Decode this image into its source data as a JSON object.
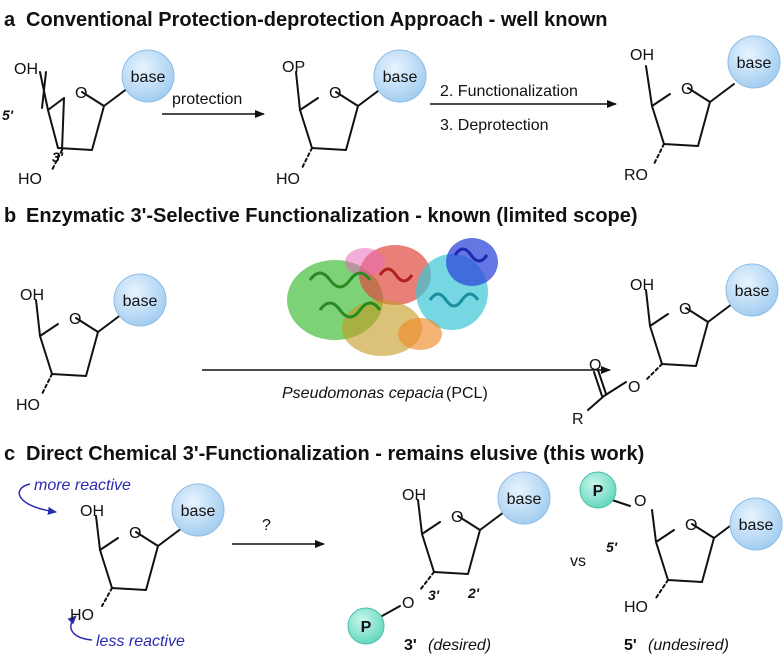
{
  "sections": {
    "a": {
      "label": "a",
      "title": "Conventional Protection-deprotection Approach - well known",
      "step1": "protection",
      "step2": "2. Functionalization",
      "step3": "3. Deprotection",
      "mol1": {
        "top": "OH",
        "bottom": "HO",
        "pos5": "5'",
        "pos3": "3'",
        "base": "base"
      },
      "mol2": {
        "top": "OP",
        "bottom": "HO",
        "base": "base"
      },
      "mol3": {
        "top": "OH",
        "bottom": "RO",
        "base": "base"
      }
    },
    "b": {
      "label": "b",
      "title": "Enzymatic 3'-Selective Functionalization - known (limited scope)",
      "enzyme_species": "Pseudomonas cepacia",
      "enzyme_abbrev": "(PCL)",
      "mol1": {
        "top": "OH",
        "bottom": "HO",
        "base": "base"
      },
      "mol2": {
        "top": "OH",
        "o": "O",
        "ester_o": "O",
        "r": "R",
        "base": "base"
      }
    },
    "c": {
      "label": "c",
      "title": "Direct Chemical 3'-Functionalization - remains elusive (this work)",
      "more_reactive": "more reactive",
      "less_reactive": "less reactive",
      "question": "?",
      "vs": "vs",
      "mol1": {
        "top": "OH",
        "bottom": "HO",
        "base": "base"
      },
      "mol2": {
        "top": "OH",
        "p": "P",
        "o": "O",
        "pos3": "3'",
        "pos2": "2'",
        "base": "base",
        "caption_num": "3'",
        "caption_text": "(desired)"
      },
      "mol3": {
        "p": "P",
        "o": "O",
        "pos5": "5'",
        "bottom": "HO",
        "base": "base",
        "caption_num": "5'",
        "caption_text": "(undesired)"
      }
    }
  },
  "colors": {
    "base_fill": "#bcdcf5",
    "p_fill": "#7fe3cf",
    "reactivity_blue": "#2b2bb0"
  },
  "icons": [
    "curved-arrow-icon",
    "reaction-arrow-icon",
    "protein-structure-icon"
  ]
}
